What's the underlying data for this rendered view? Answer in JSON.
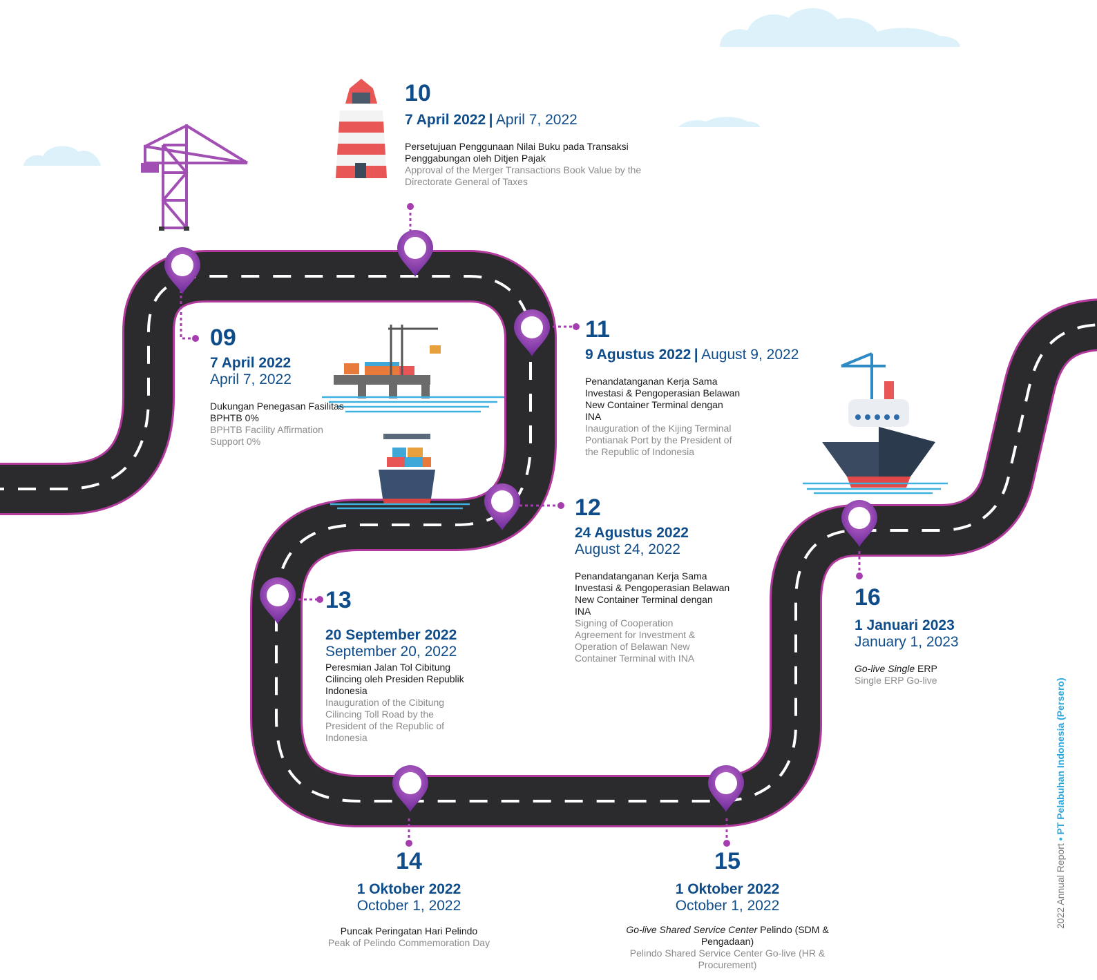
{
  "milestones": [
    {
      "num": "09",
      "date_id": "7 April 2022",
      "date_en": "April 7, 2022",
      "text_id": "Dukungan Penegasan Fasilitas BPHTB 0%",
      "text_en": "BPHTB Facility Affirmation Support 0%"
    },
    {
      "num": "10",
      "date_id": "7 April 2022",
      "date_en": "April 7, 2022",
      "text_id": "Persetujuan Penggunaan Nilai Buku pada Transaksi Penggabungan oleh Ditjen Pajak",
      "text_en": "Approval of the Merger Transactions Book Value by the Directorate General of Taxes"
    },
    {
      "num": "11",
      "date_id": "9 Agustus 2022",
      "date_en": "August 9, 2022",
      "text_id": "Penandatanganan Kerja Sama Investasi & Pengoperasian Belawan New Container Terminal dengan INA",
      "text_en": "Inauguration of the Kijing Terminal Pontianak Port by the President of the Republic of Indonesia"
    },
    {
      "num": "12",
      "date_id": "24 Agustus 2022",
      "date_en": "August 24, 2022",
      "text_id": "Penandatanganan Kerja Sama Investasi & Pengoperasian Belawan New Container Terminal dengan INA",
      "text_en": "Signing of Cooperation Agreement for Investment & Operation of Belawan New Container Terminal with INA"
    },
    {
      "num": "13",
      "date_id": "20 September 2022",
      "date_en": "September 20, 2022",
      "text_id": "Peresmian Jalan Tol Cibitung Cilincing oleh Presiden Republik Indonesia",
      "text_en": "Inauguration of the Cibitung Cilincing Toll Road by the President of the Republic of Indonesia"
    },
    {
      "num": "14",
      "date_id": "1 Oktober 2022",
      "date_en": "October 1, 2022",
      "text_id": "Puncak Peringatan Hari Pelindo",
      "text_en": "Peak of Pelindo Commemoration Day"
    },
    {
      "num": "15",
      "date_id": "1 Oktober 2022",
      "date_en": "October 1, 2022",
      "text_id_em": "Go-live Shared Service Center",
      "text_id_rest": " Pelindo (SDM & Pengadaan)",
      "text_en": "Pelindo Shared Service Center Go-live (HR & Procurement)"
    },
    {
      "num": "16",
      "date_id": "1 Januari 2023",
      "date_en": "January 1, 2023",
      "text_id_em": "Go-live Single",
      "text_id_rest": " ERP",
      "text_en": "Single ERP Go-live"
    }
  ],
  "separator": "|",
  "side_label": {
    "report": "2022 Annual Report",
    "bullet": "•",
    "company": "PT Pelabuhan Indonesia (Persero)"
  },
  "colors": {
    "road": "#2b2a2c",
    "road_edge": "#b13a9c",
    "pin": "#a63cb0",
    "title": "#0f4c8a",
    "muted": "#8a8a8a",
    "cloud": "#dcf1fa"
  },
  "icons": [
    "port-crane-icon",
    "lighthouse-icon",
    "port-pier-icon",
    "container-ship-icon",
    "cruise-ship-icon",
    "cloud-icon",
    "map-pin-icon"
  ]
}
